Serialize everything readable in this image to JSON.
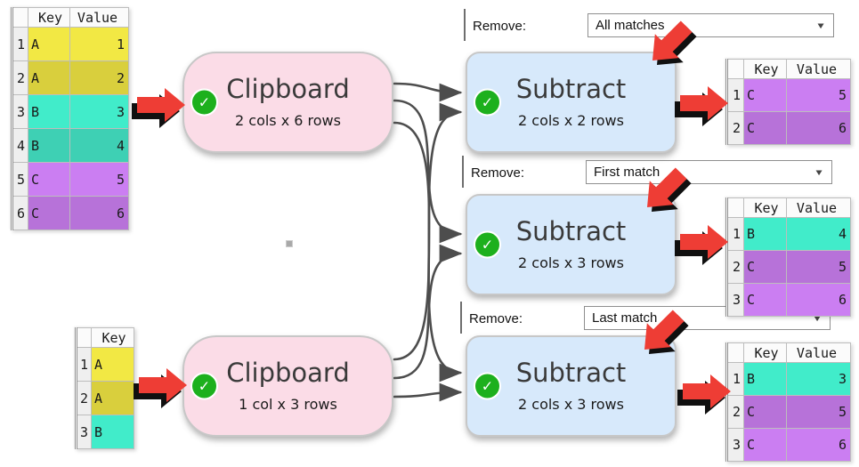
{
  "icons": {
    "check_glyph": "✓",
    "dropdown_arrow_glyph": "▼"
  },
  "colors": {
    "row_yellow_light": "#f2e844",
    "row_yellow_dark": "#d9cf3d",
    "row_teal_light": "#41ecca",
    "row_teal_dark": "#3ed0b4",
    "row_purple_light": "#cb7ef2",
    "row_purple_dark": "#b772d9",
    "node_pink": "#fbdce7",
    "node_blue": "#d7e9fb",
    "status_green": "#1db01d",
    "arrow_red": "#ee3d35"
  },
  "nodes": {
    "clipboard1": {
      "title": "Clipboard",
      "subtitle": "2 cols x 6 rows"
    },
    "clipboard2": {
      "title": "Clipboard",
      "subtitle": "1 col x 3 rows"
    },
    "subtract1": {
      "title": "Subtract",
      "subtitle": "2 cols x 2 rows"
    },
    "subtract2": {
      "title": "Subtract",
      "subtitle": "2 cols x 3 rows"
    },
    "subtract3": {
      "title": "Subtract",
      "subtitle": "2 cols x 3 rows"
    }
  },
  "dropdowns": {
    "d1": {
      "label": "Remove:",
      "value": "All matches"
    },
    "d2": {
      "label": "Remove:",
      "value": "First match"
    },
    "d3": {
      "label": "Remove:",
      "value": "Last match"
    }
  },
  "tables": {
    "input1": {
      "headers": {
        "key": "Key",
        "value": "Value"
      },
      "rows": [
        {
          "num": "1",
          "key": "A",
          "value": "1"
        },
        {
          "num": "2",
          "key": "A",
          "value": "2"
        },
        {
          "num": "3",
          "key": "B",
          "value": "3"
        },
        {
          "num": "4",
          "key": "B",
          "value": "4"
        },
        {
          "num": "5",
          "key": "C",
          "value": "5"
        },
        {
          "num": "6",
          "key": "C",
          "value": "6"
        }
      ]
    },
    "input2": {
      "headers": {
        "key": "Key"
      },
      "rows": [
        {
          "num": "1",
          "key": "A"
        },
        {
          "num": "2",
          "key": "A"
        },
        {
          "num": "3",
          "key": "B"
        }
      ]
    },
    "output1": {
      "headers": {
        "key": "Key",
        "value": "Value"
      },
      "rows": [
        {
          "num": "1",
          "key": "C",
          "value": "5"
        },
        {
          "num": "2",
          "key": "C",
          "value": "6"
        }
      ]
    },
    "output2": {
      "headers": {
        "key": "Key",
        "value": "Value"
      },
      "rows": [
        {
          "num": "1",
          "key": "B",
          "value": "4"
        },
        {
          "num": "2",
          "key": "C",
          "value": "5"
        },
        {
          "num": "3",
          "key": "C",
          "value": "6"
        }
      ]
    },
    "output3": {
      "headers": {
        "key": "Key",
        "value": "Value"
      },
      "rows": [
        {
          "num": "1",
          "key": "B",
          "value": "3"
        },
        {
          "num": "2",
          "key": "C",
          "value": "5"
        },
        {
          "num": "3",
          "key": "C",
          "value": "6"
        }
      ]
    }
  }
}
